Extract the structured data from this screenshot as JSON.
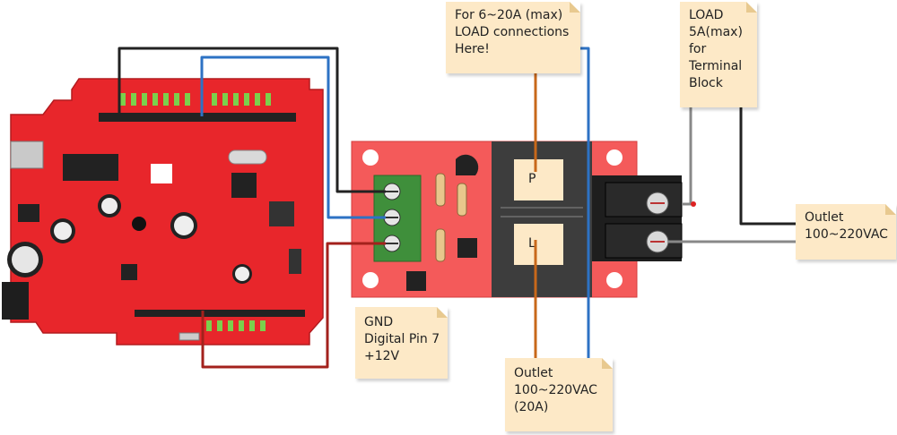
{
  "colors": {
    "arduino": "#e8262b",
    "relay_board": "#f45a5a",
    "terminal_block": "#3f8f3b",
    "note": "#fde9c7",
    "wire_black": "#222222",
    "wire_blue": "#2d72c4",
    "wire_red": "#a3211c",
    "wire_orange": "#c8681a",
    "wire_gray": "#888888"
  },
  "notes": {
    "high_load": [
      "For 6~20A (max)",
      "LOAD connections",
      "Here!"
    ],
    "terminal_load": [
      "LOAD",
      "5A(max)",
      "for",
      "Terminal",
      "Block"
    ],
    "outlet_right": [
      "Outlet",
      "100~220VAC"
    ],
    "pins": [
      "GND",
      "Digital Pin 7",
      "+12V"
    ],
    "outlet_bottom": [
      "Outlet",
      "100~220VAC",
      "(20A)"
    ]
  },
  "relay": {
    "p_label": "P",
    "l_label": "L"
  }
}
